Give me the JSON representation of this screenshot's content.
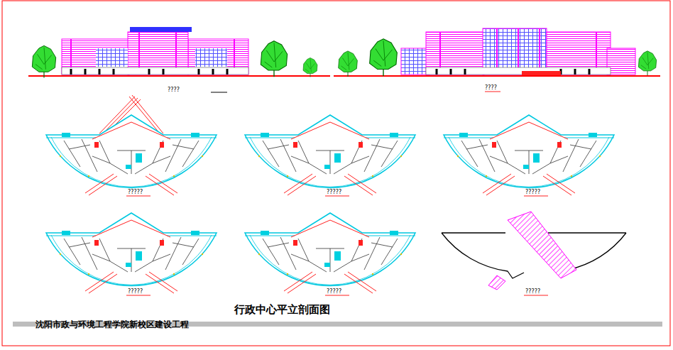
{
  "diagram": {
    "title": "行政中心平立剖面图",
    "labels": [
      "沈阳市政与环境工程学院新校区建设工程",
      "????",
      "????",
      "?????",
      "?????",
      "?????",
      "?????",
      "?????",
      "?????"
    ]
  }
}
